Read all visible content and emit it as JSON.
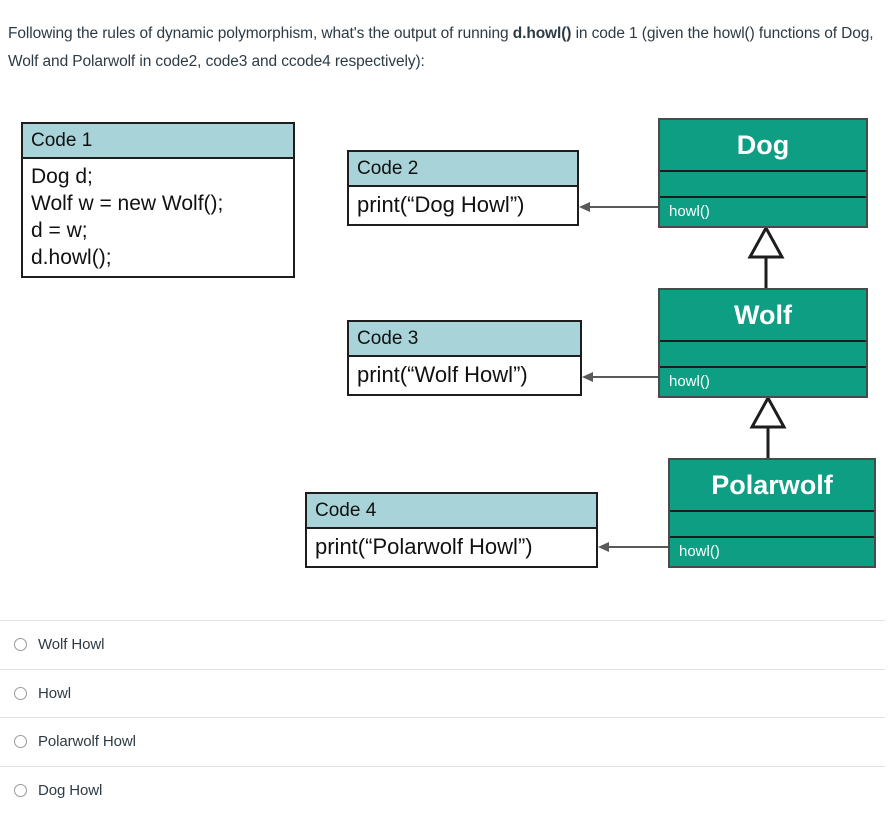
{
  "question": {
    "part1": "Following the rules of dynamic polymorphism, what's the output of running ",
    "bold": "d.howl()",
    "part2": " in code 1 (given the howl() functions of Dog, Wolf and Polarwolf in code2, code3 and ccode4 respectively):"
  },
  "diagram": {
    "code_boxes": [
      {
        "id": "code1",
        "title": "Code 1",
        "body": "Dog d;\nWolf w = new Wolf();\nd = w;\nd.howl();"
      },
      {
        "id": "code2",
        "title": "Code 2",
        "body": "print(“Dog Howl”)"
      },
      {
        "id": "code3",
        "title": "Code 3",
        "body": "print(“Wolf Howl”)"
      },
      {
        "id": "code4",
        "title": "Code 4",
        "body": "print(“Polarwolf Howl”)"
      }
    ],
    "classes": [
      {
        "id": "dog",
        "name": "Dog",
        "operation": "howl()"
      },
      {
        "id": "wolf",
        "name": "Wolf",
        "operation": "howl()"
      },
      {
        "id": "polarwolf",
        "name": "Polarwolf",
        "operation": "howl()"
      }
    ],
    "colors": {
      "class_fill": "#0d9e84",
      "note_header_fill": "#a8d3d8",
      "note_body_fill": "#ffffff",
      "border": "#1d1d1d"
    },
    "relations": [
      {
        "type": "generalization",
        "from": "Wolf",
        "to": "Dog"
      },
      {
        "type": "generalization",
        "from": "Polarwolf",
        "to": "Wolf"
      },
      {
        "type": "note-link",
        "from": "Dog.howl()",
        "to": "Code 2"
      },
      {
        "type": "note-link",
        "from": "Wolf.howl()",
        "to": "Code 3"
      },
      {
        "type": "note-link",
        "from": "Polarwolf.howl()",
        "to": "Code 4"
      }
    ]
  },
  "answers": {
    "options": [
      {
        "label": "Wolf Howl",
        "selected": false
      },
      {
        "label": "Howl",
        "selected": false
      },
      {
        "label": "Polarwolf Howl",
        "selected": false
      },
      {
        "label": "Dog Howl",
        "selected": false
      }
    ]
  }
}
